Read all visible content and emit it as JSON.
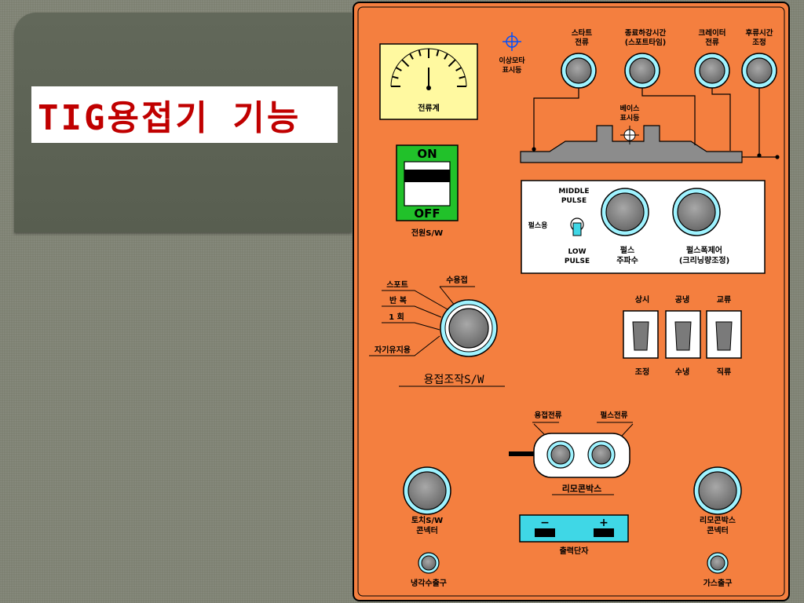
{
  "slide_title": "TIG용접기 기능",
  "panel": {
    "colors": {
      "panel": "#f47f3f",
      "gauge_face": "#fff9a0",
      "knob": "#808080",
      "knob_ring": "#9ff3ff",
      "switch_green": "#21c12a",
      "terminal_box": "#3fd7e6"
    },
    "ammeter_label": "전류계",
    "fault_lamp": [
      "이상모타",
      "표시등"
    ],
    "top_knobs": [
      {
        "lines": [
          "스타트",
          "전류"
        ]
      },
      {
        "lines": [
          "종료하강시간",
          "(스포트타임)"
        ]
      },
      {
        "lines": [
          "크레이터",
          "전류"
        ]
      },
      {
        "lines": [
          "후류시간",
          "조정"
        ]
      }
    ],
    "base_lamp": [
      "베이스",
      "표시등"
    ],
    "power_switch": {
      "on": "ON",
      "off": "OFF",
      "label": "전원S/W"
    },
    "pulse": {
      "middle": [
        "MIDDLE",
        "PULSE"
      ],
      "low": [
        "LOW",
        "PULSE"
      ],
      "toggle_label": "펄스용",
      "freq": [
        "펄스",
        "주파수"
      ],
      "width": [
        "펄스폭제어",
        "(크리닝량조정)"
      ]
    },
    "weld_mode": {
      "options": [
        "스포트",
        "반 복",
        "1 회",
        "자기유지용"
      ],
      "top": "수용접",
      "label": "용접조작S/W"
    },
    "rocker_switches": [
      {
        "top": "상시",
        "bottom": "조정"
      },
      {
        "top": "공냉",
        "bottom": "수냉"
      },
      {
        "top": "교류",
        "bottom": "직류"
      }
    ],
    "remote": {
      "left": "용접전류",
      "right": "펄스전류",
      "label": "리모콘박스"
    },
    "torch_connector": [
      "토치S/W",
      "콘넥터"
    ],
    "remote_connector": [
      "리모콘박스",
      "콘넥터"
    ],
    "output": {
      "minus": "−",
      "plus": "+",
      "label": "출력단자"
    },
    "coolant_outlet": "냉각수출구",
    "gas_outlet": "가스출구"
  }
}
